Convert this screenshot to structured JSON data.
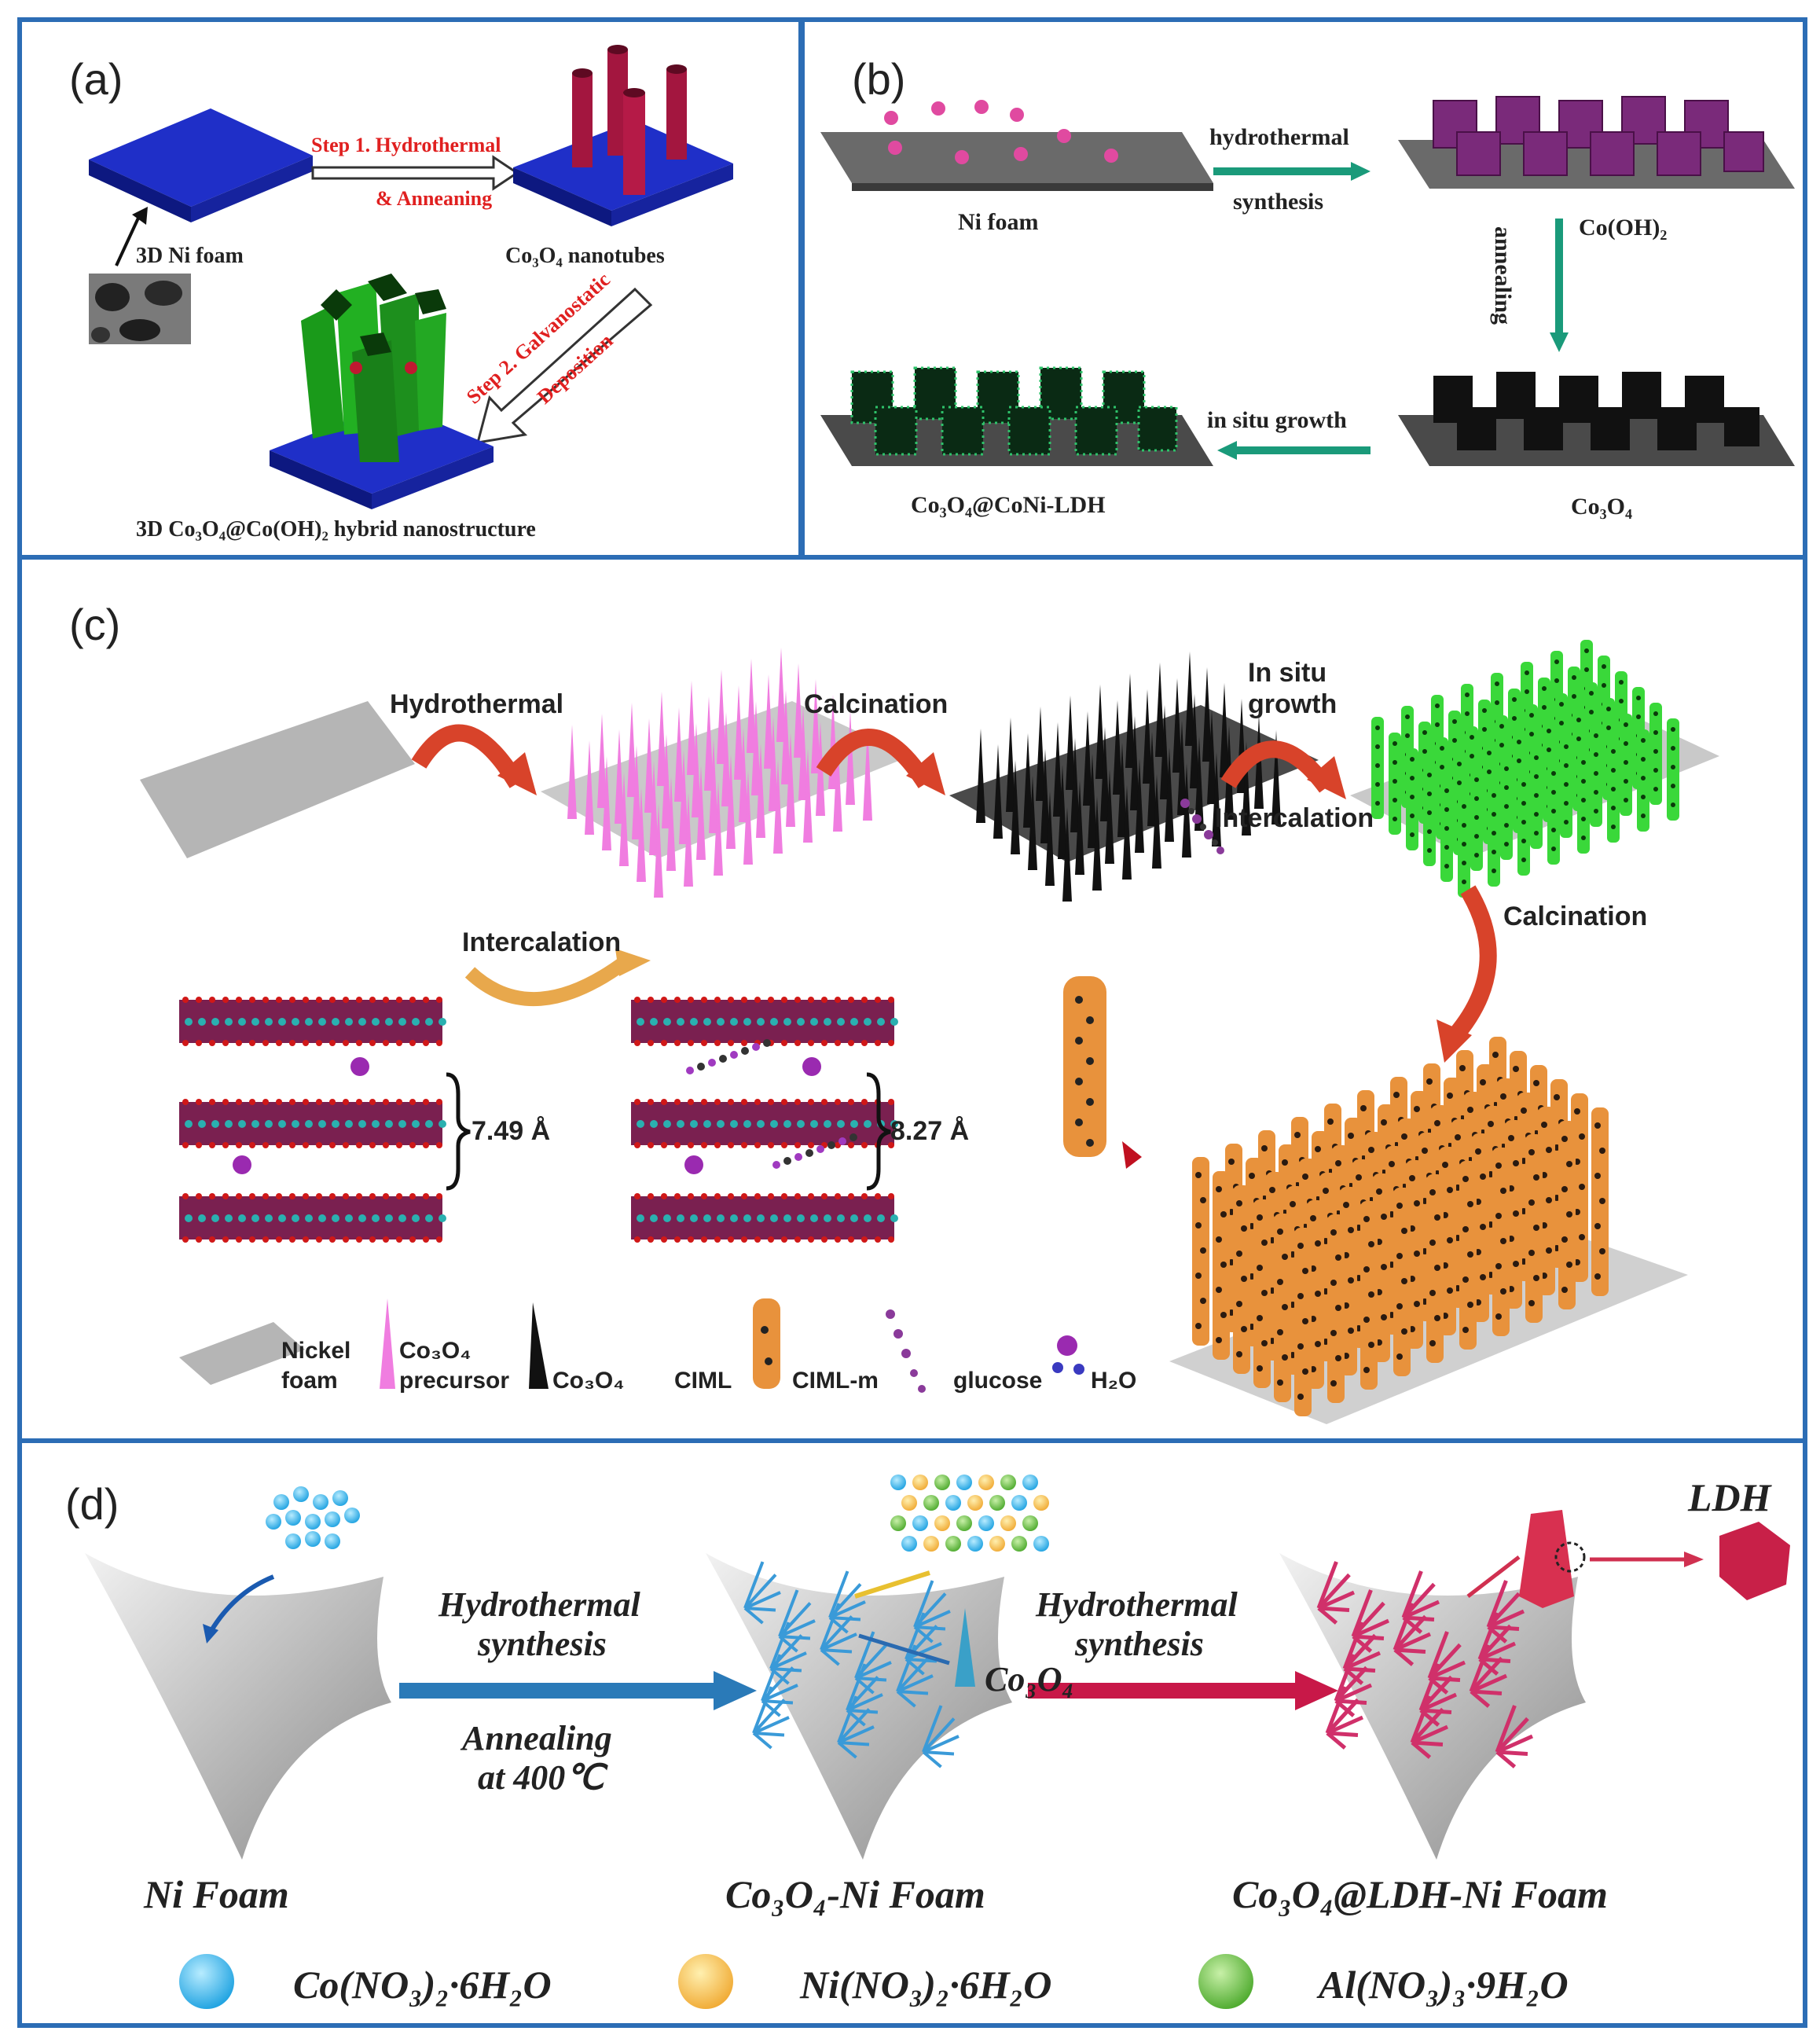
{
  "colors": {
    "border": "#2c6db5",
    "ni_foam_blue": "#1f2fc8",
    "co3o4_red": "#a3163f",
    "green_flake": "#1d9a1d",
    "pink_spike": "#f07de0",
    "orange_column": "#e8923c",
    "step_red": "#e02020",
    "arrow_teal": "#1a9a7a"
  },
  "panel_a": {
    "label": "(a)",
    "step1": "Step 1. Hydrothermal",
    "step1b": "& Anneaning",
    "ni_foam": "3D Ni foam",
    "nanotubes": "Co₃O₄ nanotubes",
    "step2a": "Step 2. Galvanostatic",
    "step2b": "Deposition",
    "hybrid": "3D Co₃O₄@Co(OH)₂ hybrid nanostructure"
  },
  "panel_b": {
    "label": "(b)",
    "ni_foam": "Ni foam",
    "hydrothermal": "hydrothermal",
    "synthesis": "synthesis",
    "coOH2": "Co(OH)₂",
    "annealing": "annealing",
    "in_situ": "in situ growth",
    "co3o4": "Co₃O₄",
    "product": "Co₃O₄@CoNi-LDH"
  },
  "panel_c": {
    "label": "(c)",
    "hydrothermal": "Hydrothermal",
    "calcination1": "Calcination",
    "in_situ_a": "In situ",
    "in_situ_b": "growth",
    "intercalation_top": "Intercalation",
    "calcination2": "Calcination",
    "intercalation_mid": "Intercalation",
    "spacing1": "7.49 Å",
    "spacing2": "8.27 Å",
    "legend": {
      "nickel_a": "Nickel",
      "nickel_b": "foam",
      "precursor_a": "Co₃O₄",
      "precursor_b": "precursor",
      "co3o4": "Co₃O₄",
      "ciml": "CIML",
      "ciml_m": "CIML-m",
      "glucose": "glucose",
      "h2o": "H₂O"
    }
  },
  "panel_d": {
    "label": "(d)",
    "hydro1a": "Hydrothermal",
    "hydro1b": "synthesis",
    "anneal_a": "Annealing",
    "anneal_b": "at 400℃",
    "hydro2a": "Hydrothermal",
    "hydro2b": "synthesis",
    "ldh": "LDH",
    "co3o4": "Co₃O₄",
    "ni_foam": "Ni Foam",
    "co3o4_ni": "Co₃O₄-Ni Foam",
    "final": "Co₃O₄@LDH-Ni Foam",
    "legend_co": "Co(NO₃)₂·6H₂O",
    "legend_ni": "Ni(NO₃)₂·6H₂O",
    "legend_al": "Al(NO₃)₃·9H₂O"
  }
}
